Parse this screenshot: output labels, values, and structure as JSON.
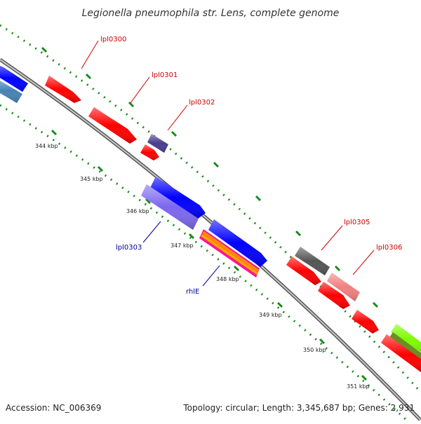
{
  "title": "Legionella pneumophila str. Lens, complete genome",
  "footer": {
    "accession": "Accession: NC_006369",
    "summary": "Topology: circular; Length: 3,345,687 bp; Genes: 2,931"
  },
  "tick_labels": [
    "344 kbp",
    "345 kbp",
    "346 kbp",
    "347 kbp",
    "348 kbp",
    "349 kbp",
    "350 kbp",
    "351 kbp"
  ],
  "gene_labels": {
    "lpl0300": "lpl0300",
    "lpl0301": "lpl0301",
    "lpl0302": "lpl0302",
    "lpl0303": "lpl0303",
    "rhlE": "rhlE",
    "lpl0305": "lpl0305",
    "lpl0306": "lpl0306"
  },
  "colors": {
    "backbone": "#8c8c8c",
    "ticks": "#1a8a1a",
    "red_label": "#cc0000",
    "blue_label": "#000099",
    "gene_red": "#ff0000",
    "gene_blue": "#0000ff",
    "gene_slate": "#7b68ee",
    "gene_indigo": "#483d8b",
    "gene_steel": "#4682b4",
    "gene_gray": "#555555",
    "gene_salmon": "#f08080",
    "gene_lime": "#7cfc00",
    "gene_olive": "#6b8e23",
    "gene_pink": "#ff1493",
    "gene_orange": "#ff8c00"
  }
}
